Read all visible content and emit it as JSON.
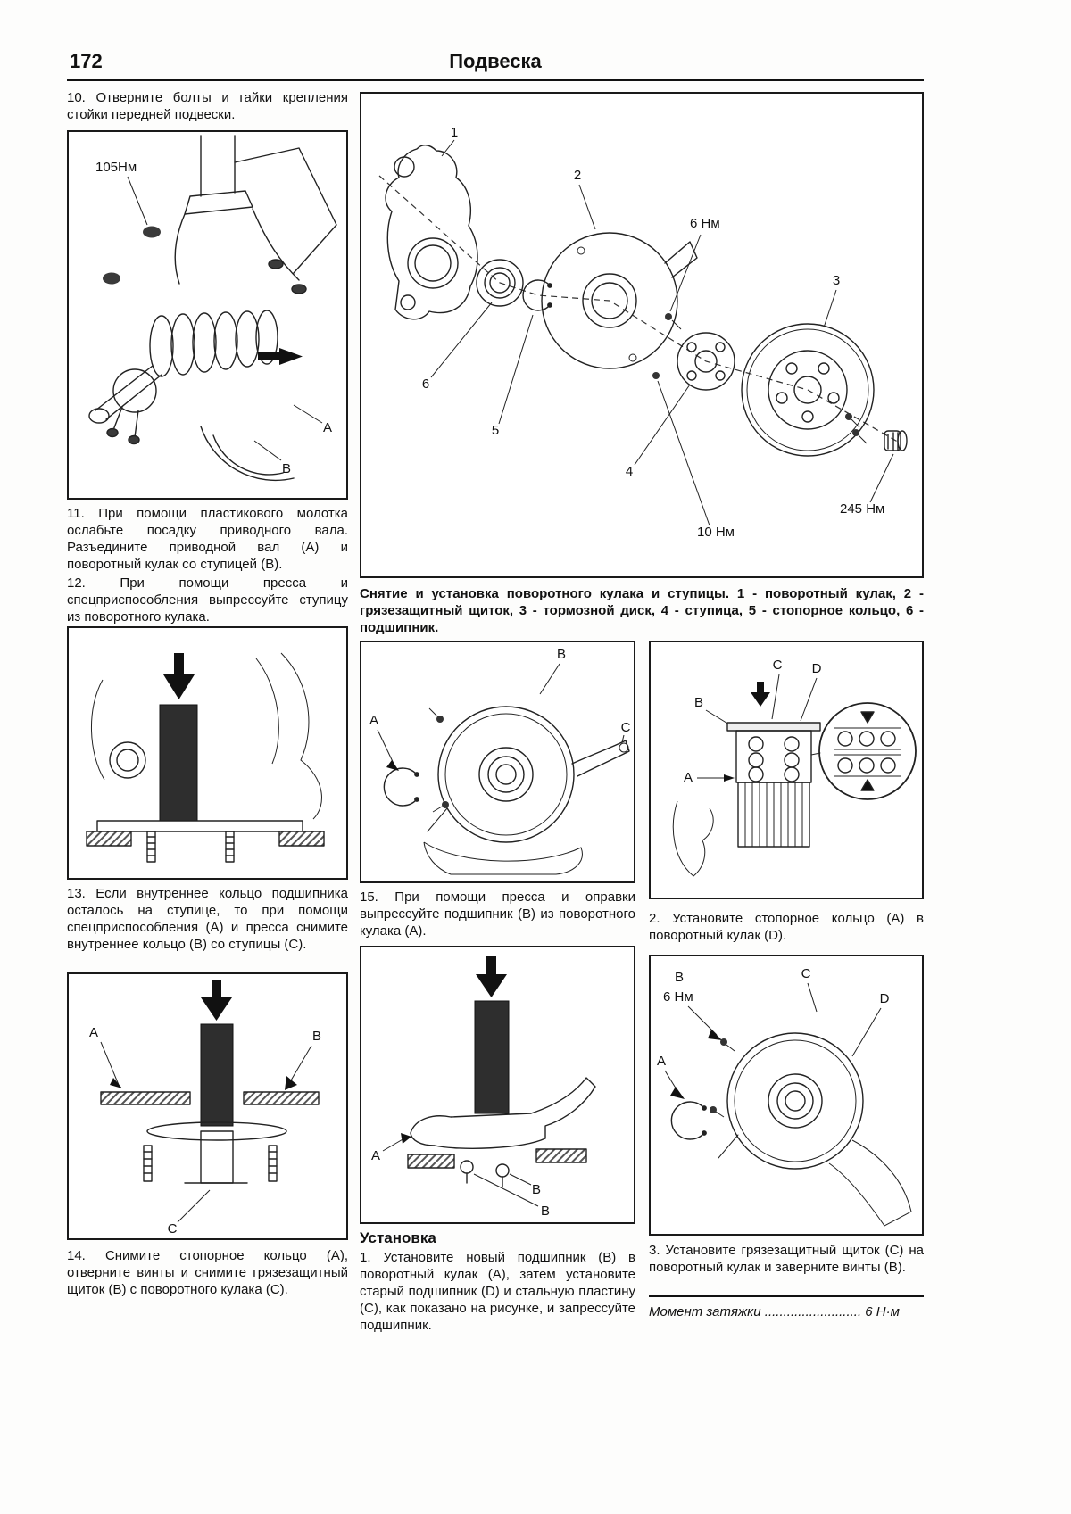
{
  "page": {
    "number": "172",
    "title": "Подвеска"
  },
  "left": {
    "step10": "10. Отверните болты и гайки крепления стойки передней подвески.",
    "fig_strut": {
      "torque": "105Нм",
      "a": "A",
      "b": "B"
    },
    "step11": "11. При помощи пластикового молотка ослабьте посадку приводного вала. Разъедините приводной вал (А) и поворотный кулак со ступицей (В).",
    "step12": "12. При помощи пресса и спецприспособления выпрессуйте ступицу из поворотного кулака.",
    "step13": "13. Если внутреннее кольцо подшипника осталось на ступице, то при помощи спецприспособления (А) и пресса снимите внутреннее кольцо (В) со ступицы (С).",
    "fig_press_ring": {
      "a": "A",
      "b": "B",
      "c": "C"
    },
    "step14": "14. Снимите стопорное кольцо (А), отверните винты и снимите грязезащитный щиток (В) с поворотного кулака (С)."
  },
  "exploded": {
    "caption": "Снятие и установка поворотного кулака и ступицы. 1 - поворотный кулак, 2 - грязезащитный щиток, 3 - тормозной диск, 4 - ступица, 5 - стопорное кольцо, 6 - подшипник.",
    "n1": "1",
    "n2": "2",
    "n3": "3",
    "n4": "4",
    "n5": "5",
    "n6": "6",
    "torque_6": "6 Нм",
    "torque_10": "10 Нм",
    "torque_245": "245 Нм"
  },
  "middle": {
    "fig_shield_remove": {
      "a": "A",
      "b": "B",
      "c": "C"
    },
    "step15": "15. При помощи пресса и оправки выпрессуйте подшипник (В) из поворотного кулака (А).",
    "fig_press_bearing": {
      "a": "A",
      "b": "B"
    },
    "install_heading": "Установка",
    "install_step1": "1. Установите новый подшипник (В) в поворотный кулак (А), затем установите старый подшипник (D) и стальную пластину (С), как показано на рисунке, и запрессуйте подшипник."
  },
  "right": {
    "fig_press_install": {
      "a": "A",
      "b": "B",
      "c": "C",
      "d": "D"
    },
    "step2": "2. Установите стопорное кольцо (А) в поворотный кулак (D).",
    "fig_shield_install": {
      "a": "A",
      "b": "B",
      "c": "C",
      "d": "D",
      "torque": "6 Нм"
    },
    "step3": "3. Установите грязезащитный щиток (С) на поворотный кулак и заверните винты (В).",
    "torque_note": "Момент затяжки .......................... 6 Н·м"
  }
}
